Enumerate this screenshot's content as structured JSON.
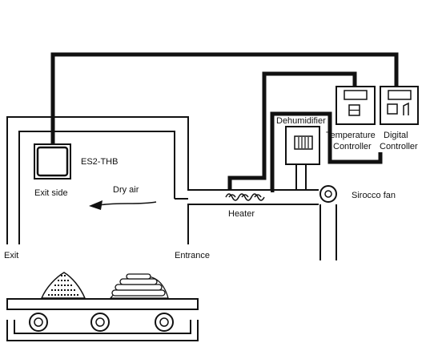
{
  "diagram": {
    "labels": {
      "es2": "ES2-THB",
      "exit_side": "Exit side",
      "dry_air": "Dry air",
      "dehumidifier": "Dehumidifier",
      "temperature": "Temperature",
      "controller_1": "Controller",
      "digital": "Digital",
      "controller_2": "Controller",
      "sirocco_fan": "Sirocco fan",
      "heater": "Heater",
      "exit": "Exit",
      "entrance": "Entrance"
    }
  }
}
